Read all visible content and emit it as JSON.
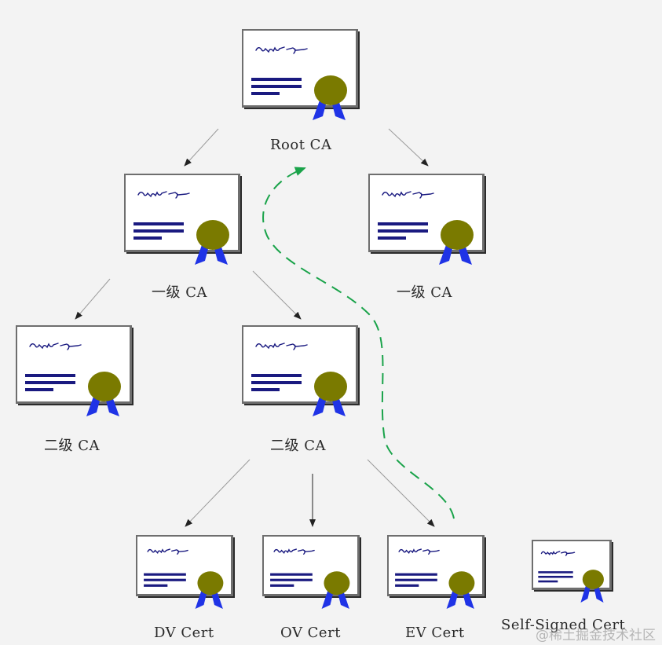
{
  "nodes": [
    {
      "id": "root",
      "label": "Root CA"
    },
    {
      "id": "l1a",
      "label": "一级 CA"
    },
    {
      "id": "l1b",
      "label": "一级 CA"
    },
    {
      "id": "l2a",
      "label": "二级 CA"
    },
    {
      "id": "l2b",
      "label": "二级 CA"
    },
    {
      "id": "dv",
      "label": "DV Cert"
    },
    {
      "id": "ov",
      "label": "OV Cert"
    },
    {
      "id": "ev",
      "label": "EV Cert"
    },
    {
      "id": "self",
      "label": "Self-Signed Cert"
    }
  ],
  "edges": [
    {
      "from": "root",
      "to": "l1a"
    },
    {
      "from": "root",
      "to": "l1b"
    },
    {
      "from": "l1a",
      "to": "l2a"
    },
    {
      "from": "l1a",
      "to": "l2b"
    },
    {
      "from": "l2b",
      "to": "dv"
    },
    {
      "from": "l2b",
      "to": "ov"
    },
    {
      "from": "l2b",
      "to": "ev"
    }
  ],
  "trust_path": {
    "from": "ev",
    "to": "root",
    "color": "#1aa34a"
  },
  "colors": {
    "seal": "#7a7a00",
    "ribbon": "#1f33e6",
    "text_lines": "#1a1a80",
    "signature": "#1a1a80",
    "card_border": "#6e6e6e"
  },
  "watermark": "@稀土掘金技术社区"
}
